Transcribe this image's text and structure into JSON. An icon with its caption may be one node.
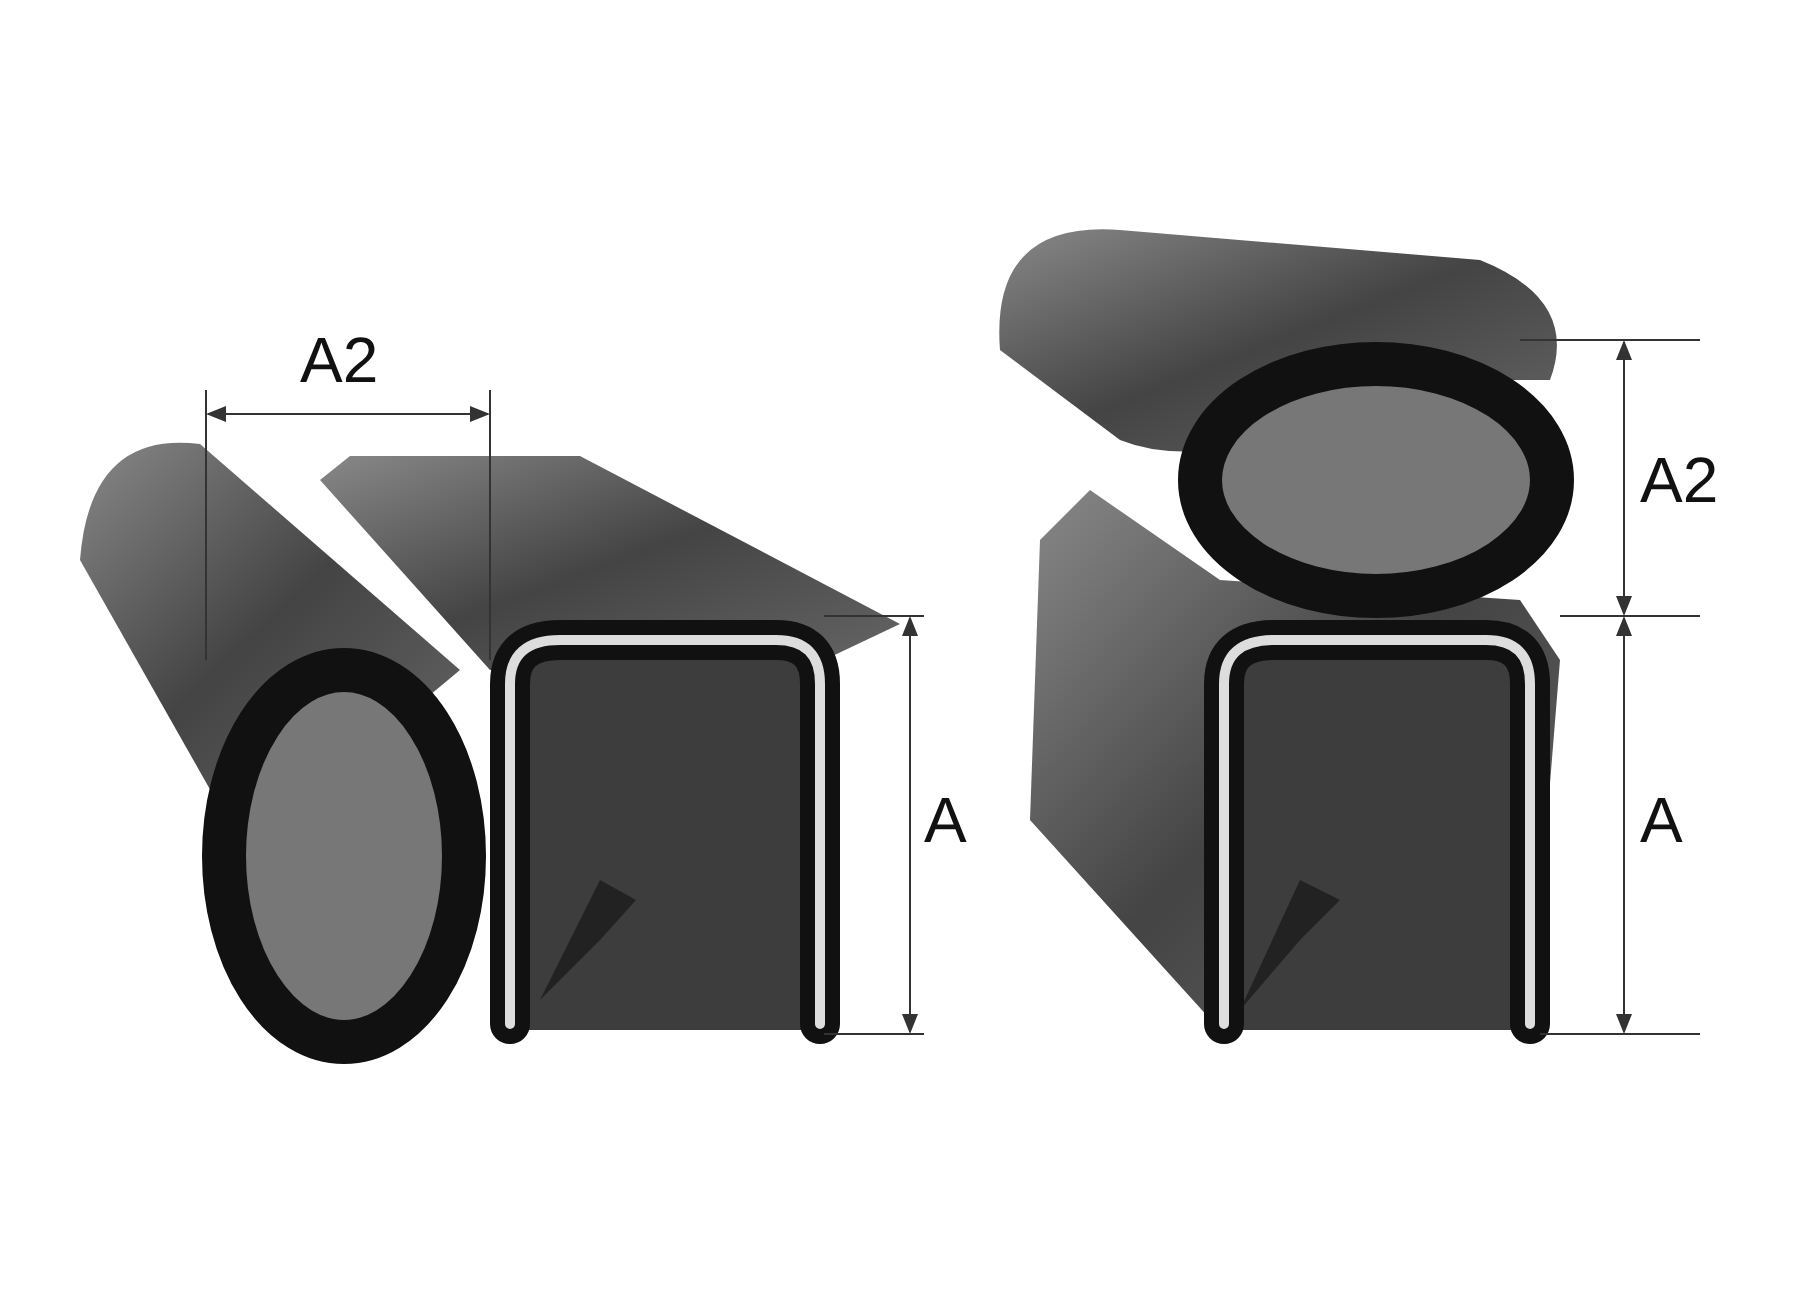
{
  "diagram": {
    "labels": [
      "A2",
      "A2",
      "A",
      "A"
    ]
  }
}
